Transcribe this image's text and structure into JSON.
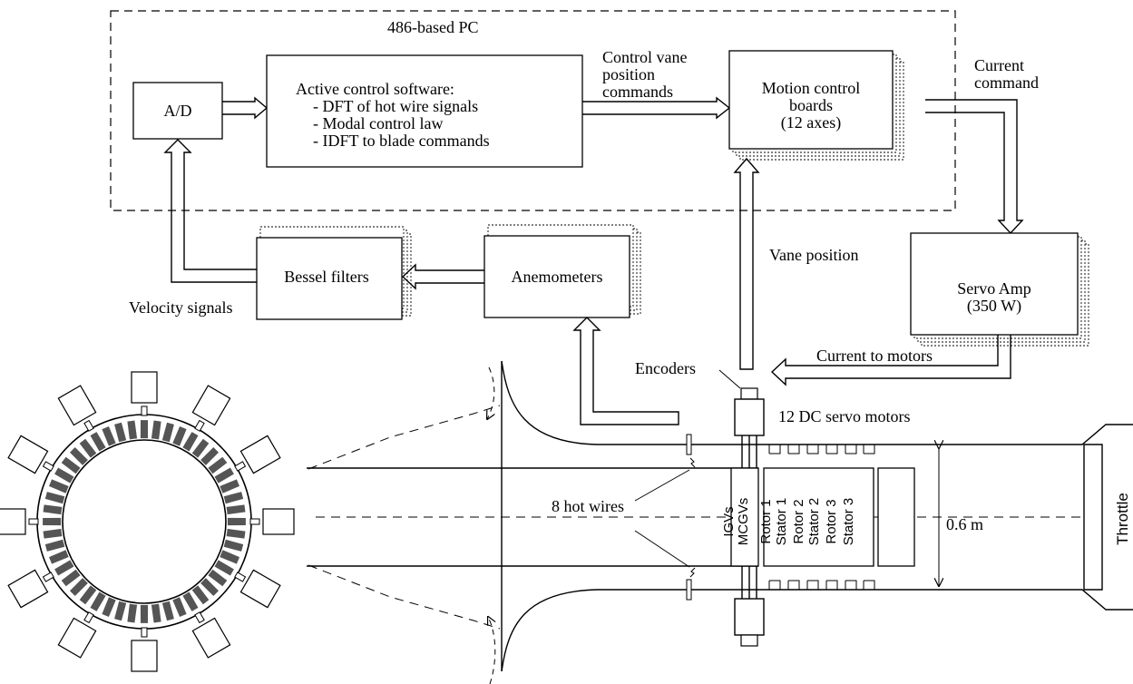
{
  "pc": {
    "label": "486-based PC"
  },
  "ad": {
    "label": "A/D"
  },
  "software": {
    "title": "Active control software:",
    "items": [
      "- DFT of hot wire signals",
      "- Modal control law",
      "- IDFT to blade commands"
    ]
  },
  "vane_commands": {
    "lines": [
      "Control vane",
      "position",
      "commands"
    ]
  },
  "motion": {
    "lines": [
      "Motion control",
      "boards",
      "(12 axes)"
    ]
  },
  "current_command": {
    "lines": [
      "Current",
      "command"
    ]
  },
  "bessel": {
    "label": "Bessel filters"
  },
  "anemometers": {
    "label": "Anemometers"
  },
  "velocity_signals": {
    "label": "Velocity signals"
  },
  "vane_position": {
    "label": "Vane position"
  },
  "servo": {
    "lines": [
      "Servo Amp",
      "(350 W)"
    ]
  },
  "current_to_motors": {
    "label": "Current to motors"
  },
  "encoders": {
    "label": "Encoders"
  },
  "servo_motors": {
    "label": "12 DC servo motors"
  },
  "hot_wires": {
    "label": "8 hot wires"
  },
  "stages": [
    "IGVs",
    "MCGVs",
    "Rotor 1",
    "Stator 1",
    "Rotor 2",
    "Stator 2",
    "Rotor 3",
    "Stator 3"
  ],
  "dimension": {
    "label": "0.6 m"
  },
  "throttle": {
    "label": "Throttle"
  }
}
